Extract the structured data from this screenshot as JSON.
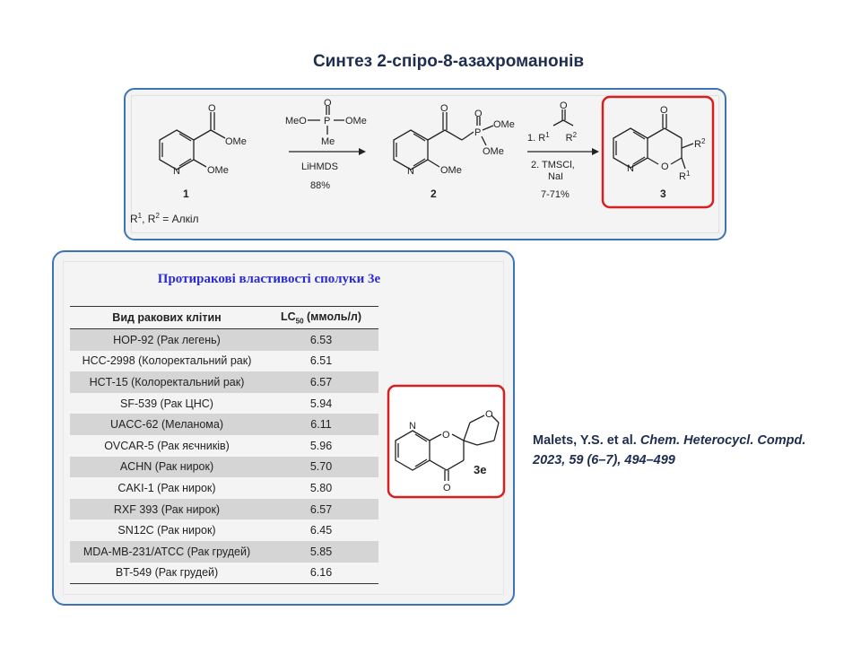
{
  "slide_title": "Синтез 2-спіро-8-азахроманонів",
  "scheme": {
    "compound1": {
      "number": "1",
      "sub_ester": "OMe",
      "sub_ome": "OMe",
      "ring_n": "N",
      "carbonyl_o": "O"
    },
    "reagent": {
      "top_left": "MeO",
      "top_right": "OMe",
      "p": "P",
      "o": "O",
      "me": "Me",
      "base": "LiHMDS",
      "yield": "88%"
    },
    "compound2": {
      "number": "2",
      "ome_right_top": "OMe",
      "ome_right_bottom": "OMe",
      "ome_ring": "OMe",
      "ring_n": "N",
      "p": "P",
      "o_ketone": "O",
      "o_p": "O"
    },
    "step2": {
      "line1_prefix": "1. R",
      "line1_sup1": "1",
      "line1_r2": "R",
      "line1_sup2": "2",
      "o": "O",
      "line2": "2. TMSCl,",
      "line3": "NaI",
      "yield": "7-71%"
    },
    "compound3": {
      "number": "3",
      "ring_n": "N",
      "ring_o": "O",
      "o": "O",
      "r1": "R",
      "r1_sup": "1",
      "r2": "R",
      "r2_sup": "2"
    },
    "note": {
      "r1": "R",
      "sup1": "1",
      "sep": ", R",
      "sup2": "2",
      "rest": " = Алкіл"
    }
  },
  "table": {
    "title": "Протиракові властивості сполуки 3e",
    "header": {
      "cell_line": "Вид ракових клітин",
      "lc_prefix": "LC",
      "lc_sub": "50",
      "lc_suffix": " (ммоль/л)"
    },
    "rows": [
      {
        "cell": "HOP-92 (Рак легень)",
        "value": "6.53"
      },
      {
        "cell": "HCC-2998 (Колоректальний рак)",
        "value": "6.51"
      },
      {
        "cell": "HCT-15 (Колоректальний рак)",
        "value": "6.57"
      },
      {
        "cell": "SF-539 (Рак ЦНС)",
        "value": "5.94"
      },
      {
        "cell": "UACC-62 (Меланома)",
        "value": "6.11"
      },
      {
        "cell": "OVCAR-5 (Рак яєчників)",
        "value": "5.96"
      },
      {
        "cell": "ACHN (Рак нирок)",
        "value": "5.70"
      },
      {
        "cell": "CAKI-1 (Рак нирок)",
        "value": "5.80"
      },
      {
        "cell": "RXF 393 (Рак нирок)",
        "value": "6.57"
      },
      {
        "cell": "SN12C (Рак нирок)",
        "value": "6.45"
      },
      {
        "cell": "MDA-MB-231/ATCC (Рак грудей)",
        "value": "5.85"
      },
      {
        "cell": "BT-549 (Рак грудей)",
        "value": "6.16"
      }
    ]
  },
  "compound3e": {
    "label": "3e",
    "n": "N",
    "o_ring": "O",
    "o_pyran": "O",
    "o_ketone": "O"
  },
  "reference": {
    "authors": "Malets, Y.S. et al.",
    "journal": "Chem. Heterocycl. Compd.",
    "details": "2023, 59 (6–7), 494–499"
  },
  "colors": {
    "title": "#1f2d4e",
    "frame": "#3d74b4",
    "highlight": "#d62020",
    "table_title": "#2b2bd6"
  }
}
